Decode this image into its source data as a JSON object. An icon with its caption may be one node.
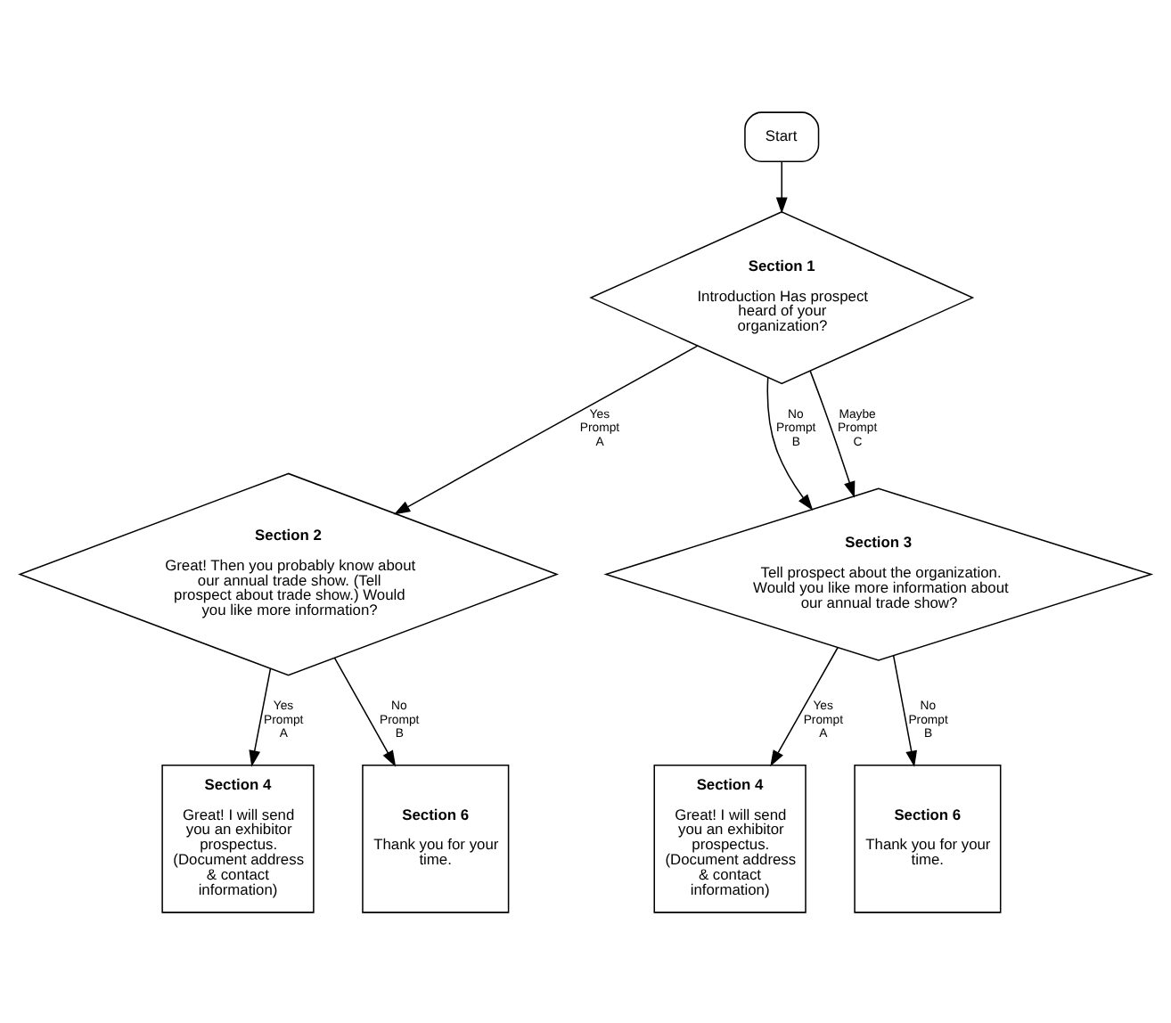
{
  "diagram": {
    "nodes": [
      {
        "text": [
          "Start"
        ]
      },
      {
        "text": [
          "Section 1",
          "Introduction Has prospect heard of your organization?"
        ]
      },
      {
        "text": [
          "Section 2",
          "Great! Then you probably know about our annual trade show. (Tell prospect about trade show.) Would you like more information?"
        ]
      },
      {
        "text": [
          "Section 3",
          "Tell prospect about the organization. Would you like more information about our annual trade show?"
        ]
      },
      {
        "text": [
          "Section 4",
          "Great! I will send you an exhibitor prospectus. (Document address & contact information)"
        ]
      },
      {
        "text": [
          "Section 6",
          "Thank you for your time."
        ]
      },
      {
        "text": [
          "Section 4",
          "Great! I will send you an exhibitor prospectus. (Document address & contact information)"
        ]
      },
      {
        "text": [
          "Section 6",
          "Thank you for your time."
        ]
      }
    ],
    "edges": [
      {
        "from": 0,
        "to": 1,
        "arrow": "to"
      },
      {
        "from": 1,
        "to": 2,
        "arrow": "to",
        "label": "Yes Prompt A"
      },
      {
        "from": 1,
        "to": 3,
        "arrow": "to",
        "label": "No Prompt B"
      },
      {
        "from": 1,
        "to": 3,
        "arrow": "to",
        "label": "Maybe Prompt C"
      },
      {
        "from": 2,
        "to": 4,
        "arrow": "to",
        "label": "Yes Prompt A"
      },
      {
        "from": 2,
        "to": 5,
        "arrow": "to",
        "label": "No Prompt B"
      },
      {
        "from": 3,
        "to": 6,
        "arrow": "to",
        "label": "Yes Prompt A"
      },
      {
        "from": 3,
        "to": 7,
        "arrow": "to",
        "label": "No Prompt B"
      }
    ]
  }
}
